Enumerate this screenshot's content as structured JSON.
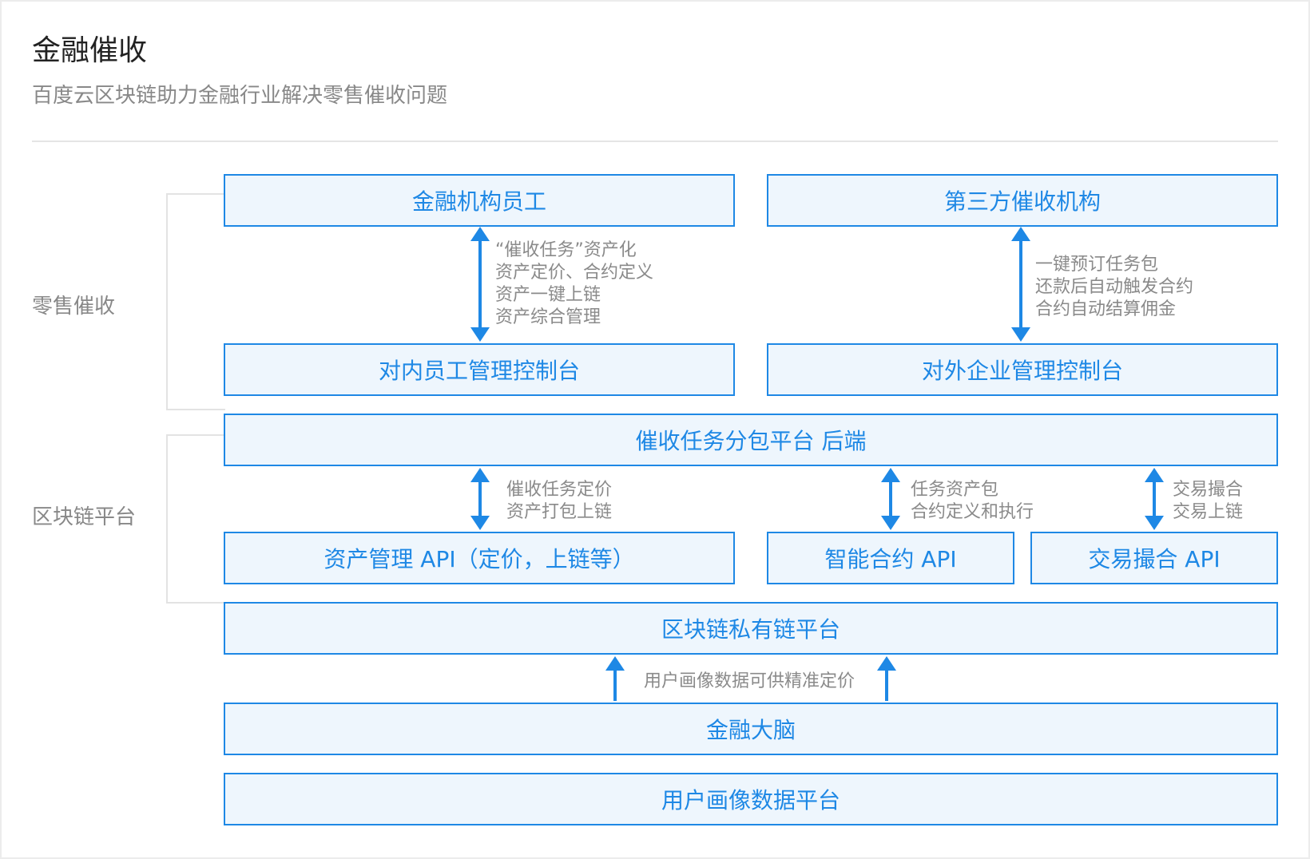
{
  "header": {
    "title": "金融催收",
    "subtitle": "百度云区块链助力金融行业解决零售催收问题"
  },
  "sections": {
    "retail": "零售催收",
    "blockchain": "区块链平台"
  },
  "boxes": {
    "finance_staff": "金融机构员工",
    "third_party": "第三方催收机构",
    "internal_console": "对内员工管理控制台",
    "external_console": "对外企业管理控制台",
    "backend": "催收任务分包平台 后端",
    "asset_api": "资产管理 API（定价，上链等）",
    "contract_api": "智能合约 API",
    "match_api": "交易撮合 API",
    "private_chain": "区块链私有链平台",
    "finance_brain": "金融大脑",
    "user_profile_platform": "用户画像数据平台"
  },
  "notes": {
    "staff_features": [
      "“催收任务”资产化",
      "资产定价、合约定义",
      "资产一键上链",
      "资产综合管理"
    ],
    "third_party_features": [
      "一键预订任务包",
      "还款后自动触发合约",
      "合约自动结算佣金"
    ],
    "asset_features": [
      "催收任务定价",
      "资产打包上链"
    ],
    "contract_features": [
      "任务资产包",
      "合约定义和执行"
    ],
    "match_features": [
      "交易撮合",
      "交易上链"
    ],
    "brain_feature": "用户画像数据可供精准定价"
  },
  "colors": {
    "accent": "#1e88e5",
    "box_fill": "#eef6fd",
    "muted_text": "#888888"
  }
}
